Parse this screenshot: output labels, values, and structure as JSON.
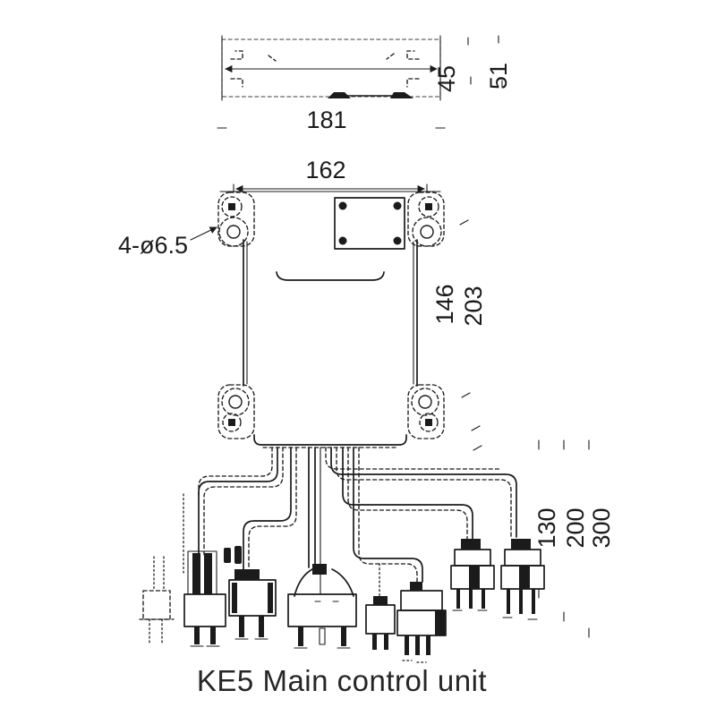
{
  "drawing": {
    "caption": "KE5 Main control unit",
    "colors": {
      "line": "#1b1b1b",
      "background": "#ffffff"
    },
    "top_view": {
      "width": "181",
      "depth": "45",
      "overall_depth": "51"
    },
    "front_view": {
      "mounting_hole_spacing": "162",
      "mounting_holes": "4-ø6.5",
      "hole_height": "146",
      "overall_height": "203"
    },
    "cables": {
      "length_1": "130",
      "length_2": "200",
      "length_3": "300"
    }
  }
}
